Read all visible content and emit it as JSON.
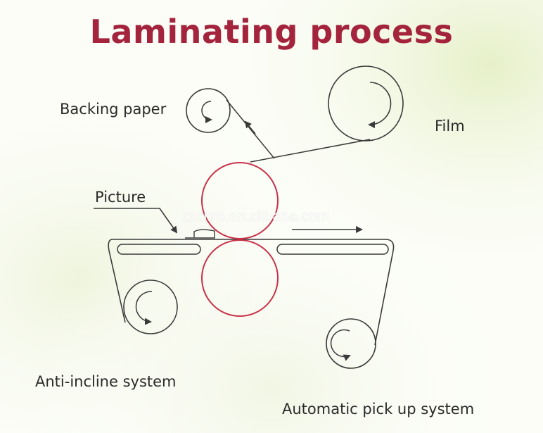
{
  "title": "Laminating process",
  "labels": {
    "backing_paper": "Backing paper",
    "film": "Film",
    "picture": "Picture",
    "anti_incline": "Anti-incline system",
    "pick_up": "Automatic pick up system"
  },
  "watermark": "zzchro.en.alibaba.com",
  "colors": {
    "title": "#a3243c",
    "roller": "#c8324a",
    "line": "#3a3a3a"
  }
}
